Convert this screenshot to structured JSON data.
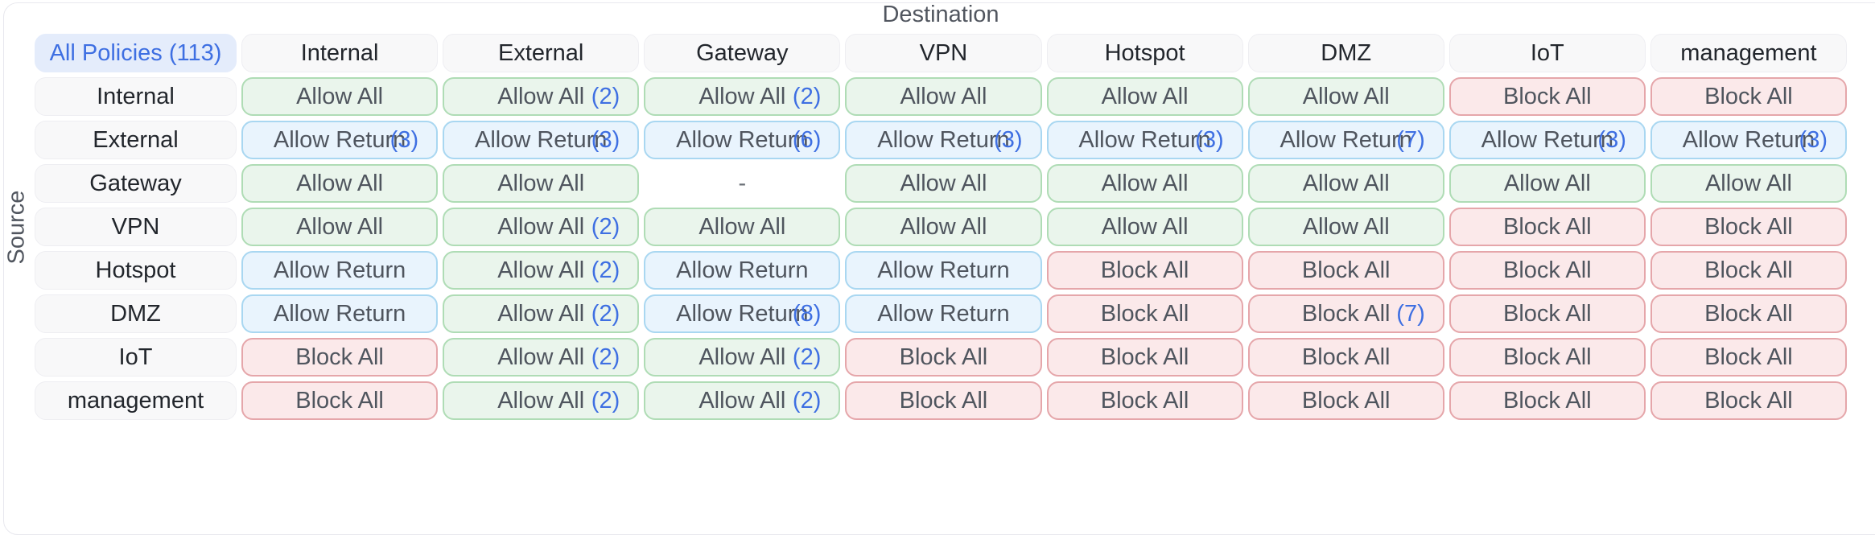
{
  "page": {
    "destination_label": "Destination",
    "source_label": "Source"
  },
  "header": {
    "all_policies": "All Policies (113)",
    "columns": [
      "Internal",
      "External",
      "Gateway",
      "VPN",
      "Hotspot",
      "DMZ",
      "IoT",
      "management"
    ]
  },
  "rows": [
    {
      "label": "Internal",
      "cells": [
        {
          "text": "Allow All",
          "type": "allow"
        },
        {
          "text": "Allow All",
          "count": "(2)",
          "type": "allow"
        },
        {
          "text": "Allow All",
          "count": "(2)",
          "type": "allow"
        },
        {
          "text": "Allow All",
          "type": "allow"
        },
        {
          "text": "Allow All",
          "type": "allow"
        },
        {
          "text": "Allow All",
          "type": "allow"
        },
        {
          "text": "Block All",
          "type": "block"
        },
        {
          "text": "Block All",
          "type": "block"
        }
      ]
    },
    {
      "label": "External",
      "cells": [
        {
          "text": "Allow Return",
          "count": "(3)",
          "type": "return"
        },
        {
          "text": "Allow Return",
          "count": "(3)",
          "type": "return"
        },
        {
          "text": "Allow Return",
          "count": "(6)",
          "type": "return"
        },
        {
          "text": "Allow Return",
          "count": "(3)",
          "type": "return"
        },
        {
          "text": "Allow Return",
          "count": "(3)",
          "type": "return"
        },
        {
          "text": "Allow Return",
          "count": "(7)",
          "type": "return"
        },
        {
          "text": "Allow Return",
          "count": "(3)",
          "type": "return"
        },
        {
          "text": "Allow Return",
          "count": "(3)",
          "type": "return"
        }
      ]
    },
    {
      "label": "Gateway",
      "cells": [
        {
          "text": "Allow All",
          "type": "allow"
        },
        {
          "text": "Allow All",
          "type": "allow"
        },
        {
          "text": "-",
          "type": "none"
        },
        {
          "text": "Allow All",
          "type": "allow"
        },
        {
          "text": "Allow All",
          "type": "allow"
        },
        {
          "text": "Allow All",
          "type": "allow"
        },
        {
          "text": "Allow All",
          "type": "allow"
        },
        {
          "text": "Allow All",
          "type": "allow"
        }
      ]
    },
    {
      "label": "VPN",
      "cells": [
        {
          "text": "Allow All",
          "type": "allow"
        },
        {
          "text": "Allow All",
          "count": "(2)",
          "type": "allow"
        },
        {
          "text": "Allow All",
          "type": "allow"
        },
        {
          "text": "Allow All",
          "type": "allow"
        },
        {
          "text": "Allow All",
          "type": "allow"
        },
        {
          "text": "Allow All",
          "type": "allow"
        },
        {
          "text": "Block All",
          "type": "block"
        },
        {
          "text": "Block All",
          "type": "block"
        }
      ]
    },
    {
      "label": "Hotspot",
      "cells": [
        {
          "text": "Allow Return",
          "type": "return"
        },
        {
          "text": "Allow All",
          "count": "(2)",
          "type": "allow"
        },
        {
          "text": "Allow Return",
          "type": "return"
        },
        {
          "text": "Allow Return",
          "type": "return"
        },
        {
          "text": "Block All",
          "type": "block"
        },
        {
          "text": "Block All",
          "type": "block"
        },
        {
          "text": "Block All",
          "type": "block"
        },
        {
          "text": "Block All",
          "type": "block"
        }
      ]
    },
    {
      "label": "DMZ",
      "cells": [
        {
          "text": "Allow Return",
          "type": "return"
        },
        {
          "text": "Allow All",
          "count": "(2)",
          "type": "allow"
        },
        {
          "text": "Allow Return",
          "count": "(8)",
          "type": "return"
        },
        {
          "text": "Allow Return",
          "type": "return"
        },
        {
          "text": "Block All",
          "type": "block"
        },
        {
          "text": "Block All",
          "count": "(7)",
          "type": "block"
        },
        {
          "text": "Block All",
          "type": "block"
        },
        {
          "text": "Block All",
          "type": "block"
        }
      ]
    },
    {
      "label": "IoT",
      "cells": [
        {
          "text": "Block All",
          "type": "block"
        },
        {
          "text": "Allow All",
          "count": "(2)",
          "type": "allow"
        },
        {
          "text": "Allow All",
          "count": "(2)",
          "type": "allow"
        },
        {
          "text": "Block All",
          "type": "block"
        },
        {
          "text": "Block All",
          "type": "block"
        },
        {
          "text": "Block All",
          "type": "block"
        },
        {
          "text": "Block All",
          "type": "block"
        },
        {
          "text": "Block All",
          "type": "block"
        }
      ]
    },
    {
      "label": "management",
      "cells": [
        {
          "text": "Block All",
          "type": "block"
        },
        {
          "text": "Allow All",
          "count": "(2)",
          "type": "allow"
        },
        {
          "text": "Allow All",
          "count": "(2)",
          "type": "allow"
        },
        {
          "text": "Block All",
          "type": "block"
        },
        {
          "text": "Block All",
          "type": "block"
        },
        {
          "text": "Block All",
          "type": "block"
        },
        {
          "text": "Block All",
          "type": "block"
        },
        {
          "text": "Block All",
          "type": "block"
        }
      ]
    }
  ],
  "colors": {
    "allow_bg": "#eaf5ec",
    "allow_border": "#afdcb5",
    "return_bg": "#e9f4fd",
    "return_border": "#a9d7f1",
    "block_bg": "#fbe9ea",
    "block_border": "#e5a6aa",
    "header_bg": "#f8f8f9",
    "header_border": "#eeeef2",
    "selected_bg": "#e4ecfb",
    "selected_text": "#3e6fe2",
    "count_text": "#3e6fe2",
    "cell_text": "#4f555e",
    "label_text": "#22262c",
    "axis_text": "#51565f",
    "card_border": "#e8e8ee"
  }
}
